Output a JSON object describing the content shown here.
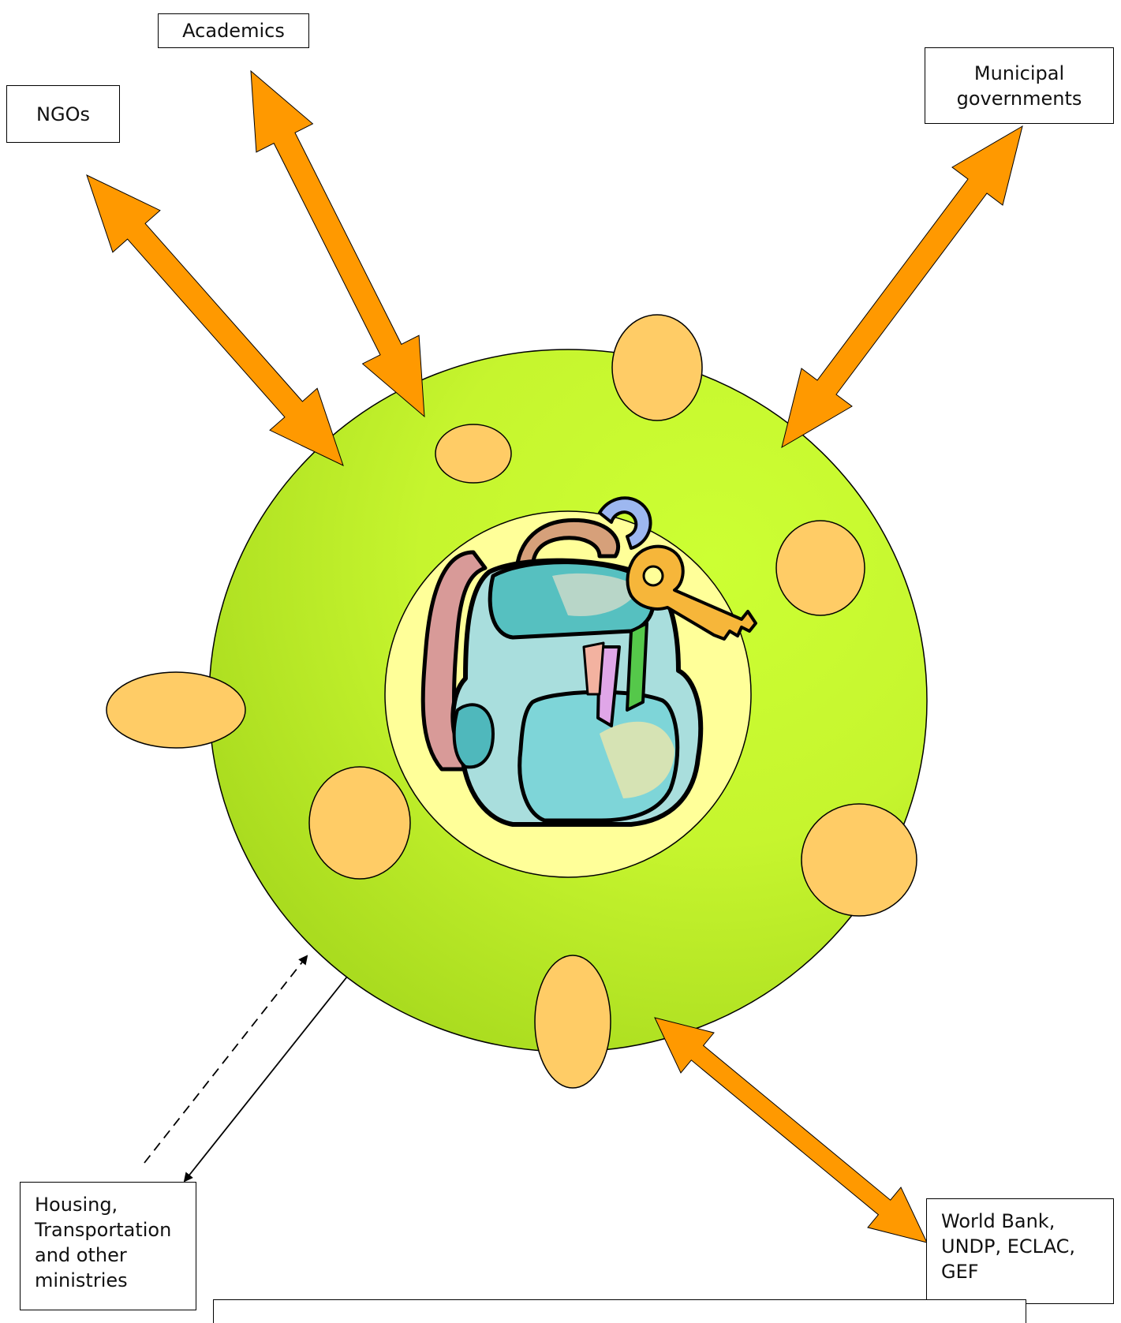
{
  "labels": {
    "academics": "Academics",
    "ngos": "NGOs",
    "municipal": "Municipal\ngovernments",
    "housing": "Housing,\nTransportation\nand other\nministries",
    "worldbank": "World Bank,\nUNDP, ECLAC,\nGEF",
    "bottom_caption": ""
  },
  "icons": {
    "center": "backpack-with-key-icon"
  },
  "colors": {
    "outer_circle_light": "#CCFF33",
    "outer_circle_dark": "#99CC00",
    "inner_circle": "#FFFF99",
    "satellite": "#FFCC66",
    "arrow": "#FF9900",
    "outline": "#000000"
  }
}
